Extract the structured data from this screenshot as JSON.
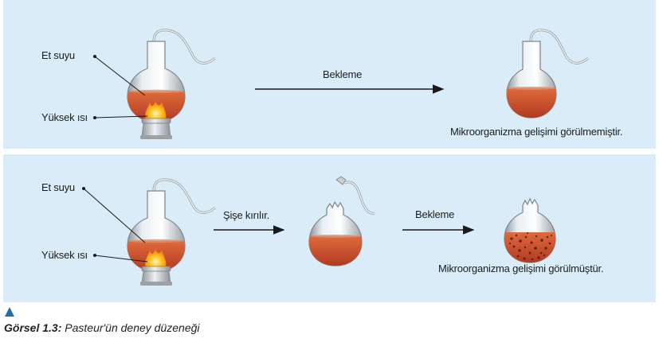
{
  "top": {
    "label_broth": "Et suyu",
    "label_heat": "Yüksek ısı",
    "label_wait": "Bekleme",
    "result": "Mikroorganizma gelişimi görülmemiştir."
  },
  "bottom": {
    "label_broth": "Et suyu",
    "label_heat": "Yüksek ısı",
    "label_break": "Şişe kırılır.",
    "label_wait": "Bekleme",
    "result": "Mikroorganizma gelişimi görülmüştür."
  },
  "caption": {
    "label": "Görsel 1.3:",
    "text": "Pasteur'ün deney düzeneği"
  },
  "colors": {
    "panel_bg": "#d9ecf7",
    "broth": "#c8472a",
    "arrow": "#1a1a1a",
    "marker": "#1f6fa8"
  }
}
